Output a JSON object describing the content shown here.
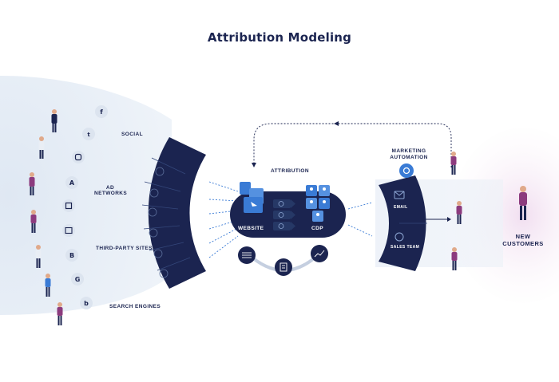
{
  "title": "Attribution Modeling",
  "sources": {
    "social": "SOCIAL",
    "ad_networks_line1": "AD",
    "ad_networks_line2": "NETWORKS",
    "third_party": "THIRD-PARTY SITES",
    "search_engines": "SEARCH ENGINES"
  },
  "center": {
    "attribution": "ATTRIBUTION",
    "website": "WEBSITE",
    "cdp": "CDP"
  },
  "automation": {
    "label_line1": "MARKETING",
    "label_line2": "AUTOMATION",
    "email": "EMAIL",
    "sales_team": "SALES TEAM"
  },
  "customers": {
    "line1": "NEW",
    "line2": "CUSTOMERS"
  },
  "colors": {
    "navy": "#1b2450",
    "navy_mid": "#263866",
    "blue": "#3a7bd5",
    "light_blue": "#dce6f2",
    "pink": "#f3e4f0",
    "purple": "#8c3b7e"
  },
  "icons": [
    "facebook-icon",
    "twitter-icon",
    "instagram-icon",
    "adwords-icon",
    "display-ad-icon",
    "news-site-icon",
    "blog-icon",
    "google-icon",
    "bing-icon"
  ]
}
